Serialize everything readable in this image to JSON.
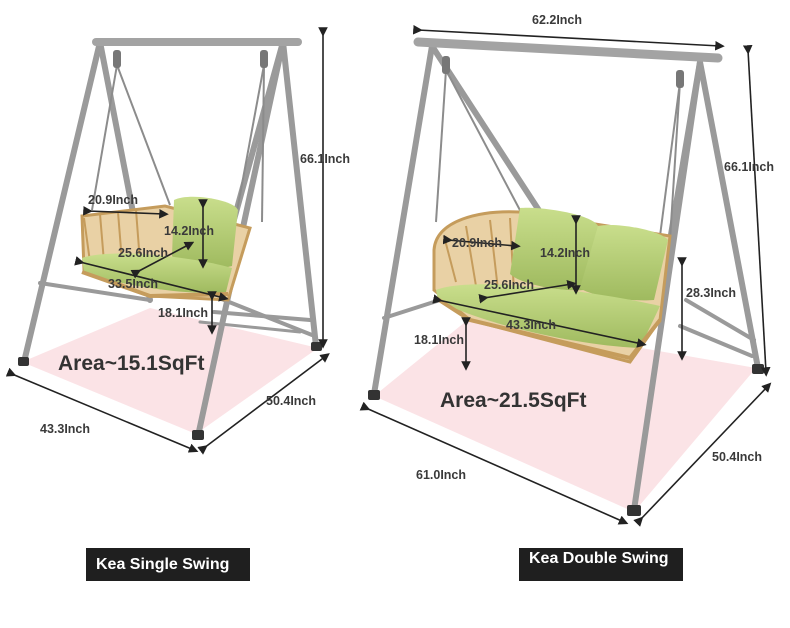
{
  "single_swing": {
    "label": "Kea Single Swing",
    "area": "Area~15.1SqFt",
    "dims": {
      "height": "66.1Inch",
      "seat_width": "20.9Inch",
      "back_height": "14.2Inch",
      "seat_depth": "25.6Inch",
      "seat_length": "33.5Inch",
      "seat_clearance": "18.1Inch",
      "base_width": "43.3Inch",
      "base_depth": "50.4Inch"
    }
  },
  "double_swing": {
    "label": "Kea Double Swing",
    "area": "Area~21.5SqFt",
    "dims": {
      "top_bar": "62.2Inch",
      "height": "66.1Inch",
      "seat_width": "20.9Inch",
      "back_height": "14.2Inch",
      "seat_depth": "25.6Inch",
      "seat_length": "43.3Inch",
      "seat_clearance": "18.1Inch",
      "arm_height": "28.3Inch",
      "base_width": "61.0Inch",
      "base_depth": "50.4Inch"
    }
  },
  "colors": {
    "frame": "#a9a9a9",
    "cushion": "#b9d17a",
    "rattan": "#d6b07a",
    "area_fill": "#fbe3e6",
    "label_bg": "#1f1f1f"
  }
}
